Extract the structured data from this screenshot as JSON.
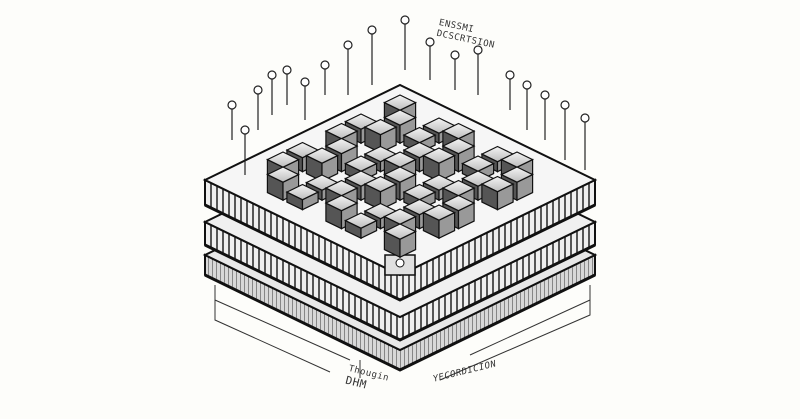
{
  "illustration": {
    "subject": "isometric stacked circuit board layers with components and callout pins",
    "style": "black ink line drawing on off-white",
    "colors": {
      "background": "#fdfdfa",
      "ink": "#1a1a1a",
      "shade": "#9a9a9a",
      "light": "#e6e6e6"
    }
  },
  "labels": {
    "top": {
      "line1": "ENSSMI",
      "line2": "DCSCRTSION"
    },
    "bottom_left": {
      "line1": "Thougin",
      "line2": "DHM"
    },
    "bottom_right": "YECORDICION"
  }
}
